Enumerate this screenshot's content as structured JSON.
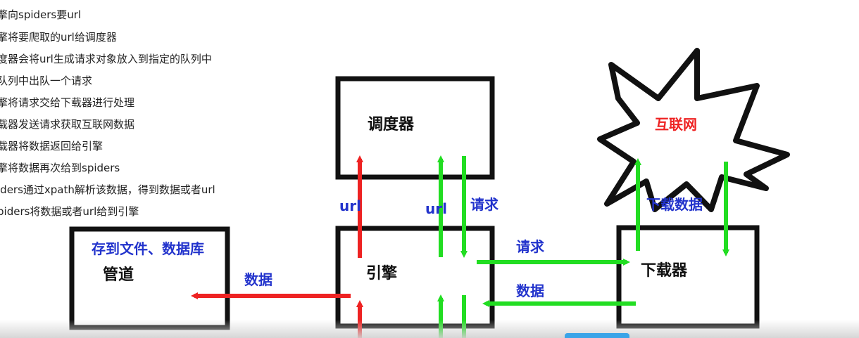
{
  "steps": [
    "擎向spiders要url",
    "擎将要爬取的url给调度器",
    "度器会将url生成请求对象放入到指定的队列中",
    "队列中出队一个请求",
    "擎将请求交给下载器进行处理",
    "载器发送请求获取互联网数据",
    "载器将数据返回给引擎",
    "擎将数据再次给到spiders",
    "iders通过xpath解析该数据，得到数据或者url",
    "piders将数据或者url给到引擎"
  ],
  "nodes": {
    "scheduler": "调度器",
    "engine": "引擎",
    "downloader": "下载器",
    "pipeline": "管道",
    "internet": "互联网"
  },
  "labels": {
    "pipeline_note": "存到文件、数据库",
    "url_red": "url",
    "url_green": "url",
    "request_top": "请求",
    "request_mid": "请求",
    "data_to_engine": "数据",
    "data_to_pipeline": "数据",
    "download_data": "下载数据"
  },
  "colors": {
    "red": "#ee2222",
    "green": "#22dd22",
    "blue": "#2233cc",
    "black": "#111111"
  }
}
